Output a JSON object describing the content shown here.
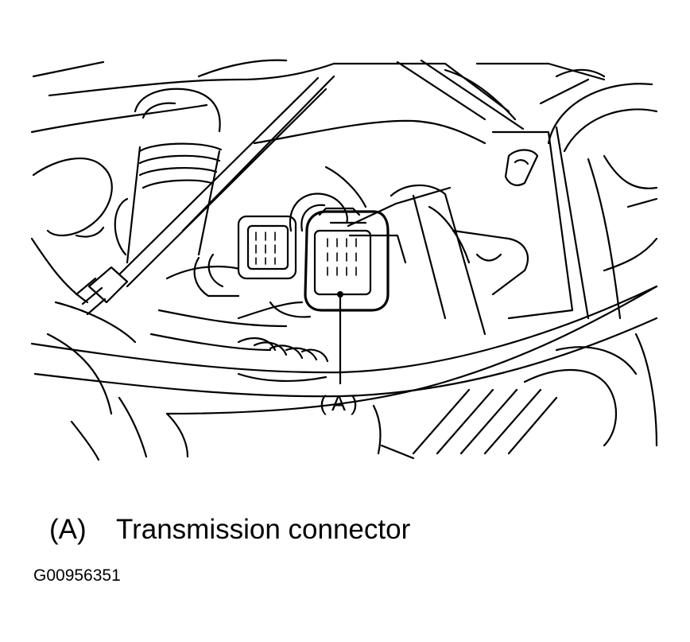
{
  "figure": {
    "callout": "(A)",
    "legend": {
      "key": "(A)",
      "description": "Transmission connector"
    },
    "figure_id": "G00956351"
  }
}
